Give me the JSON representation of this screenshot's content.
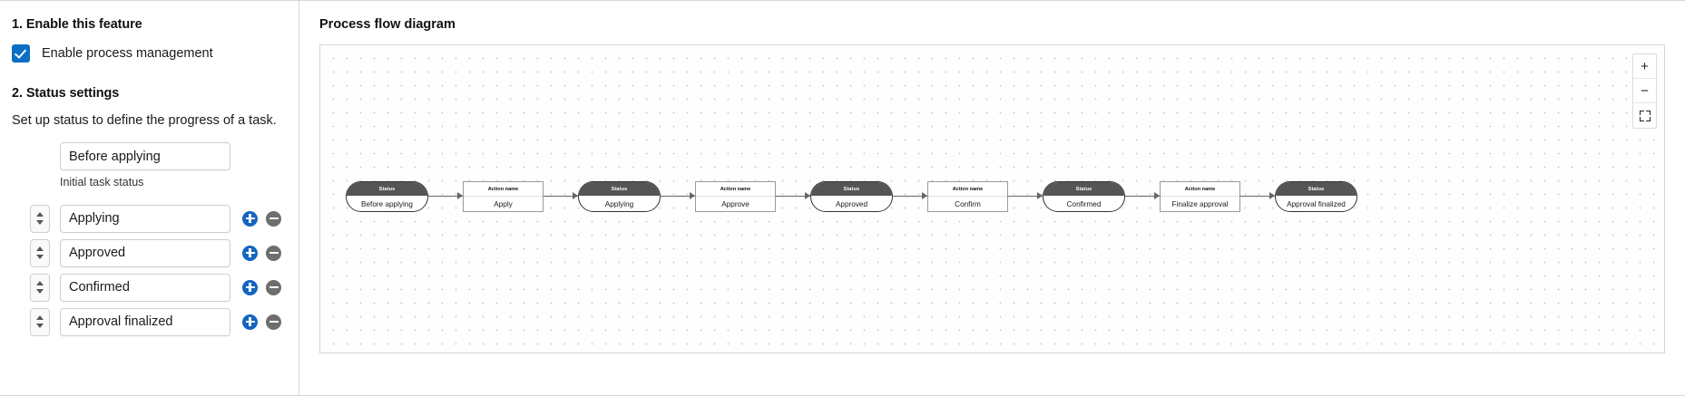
{
  "left_panel": {
    "section1": {
      "title": "1. Enable this feature",
      "checkbox_label": "Enable process management",
      "checked": true,
      "accent_color": "#0d6fc4"
    },
    "section2": {
      "title": "2. Status settings",
      "description": "Set up status to define the progress of a task.",
      "initial_status": {
        "value": "Before applying",
        "hint": "Initial task status"
      },
      "rows": [
        {
          "value": "Applying",
          "add_label": "+",
          "remove_label": "−"
        },
        {
          "value": "Approved",
          "add_label": "+",
          "remove_label": "−"
        },
        {
          "value": "Confirmed",
          "add_label": "+",
          "remove_label": "−"
        },
        {
          "value": "Approval finalized",
          "add_label": "+",
          "remove_label": "−"
        }
      ],
      "add_color": "#1565c0",
      "remove_color": "#6e6e6e"
    }
  },
  "right_panel": {
    "title": "Process flow diagram",
    "zoom_controls": {
      "zoom_in_label": "+",
      "zoom_out_label": "−",
      "fit_label": "fit-screen-icon"
    },
    "diagram": {
      "status_header": "Status",
      "action_header": "Action name",
      "nodes": [
        {
          "kind": "status",
          "label": "Before applying"
        },
        {
          "kind": "action",
          "label": "Apply"
        },
        {
          "kind": "status",
          "label": "Applying"
        },
        {
          "kind": "action",
          "label": "Approve"
        },
        {
          "kind": "status",
          "label": "Approved"
        },
        {
          "kind": "action",
          "label": "Confirm"
        },
        {
          "kind": "status",
          "label": "Confirmed"
        },
        {
          "kind": "action",
          "label": "Finalize approval"
        },
        {
          "kind": "status",
          "label": "Approval finalized"
        }
      ]
    }
  }
}
